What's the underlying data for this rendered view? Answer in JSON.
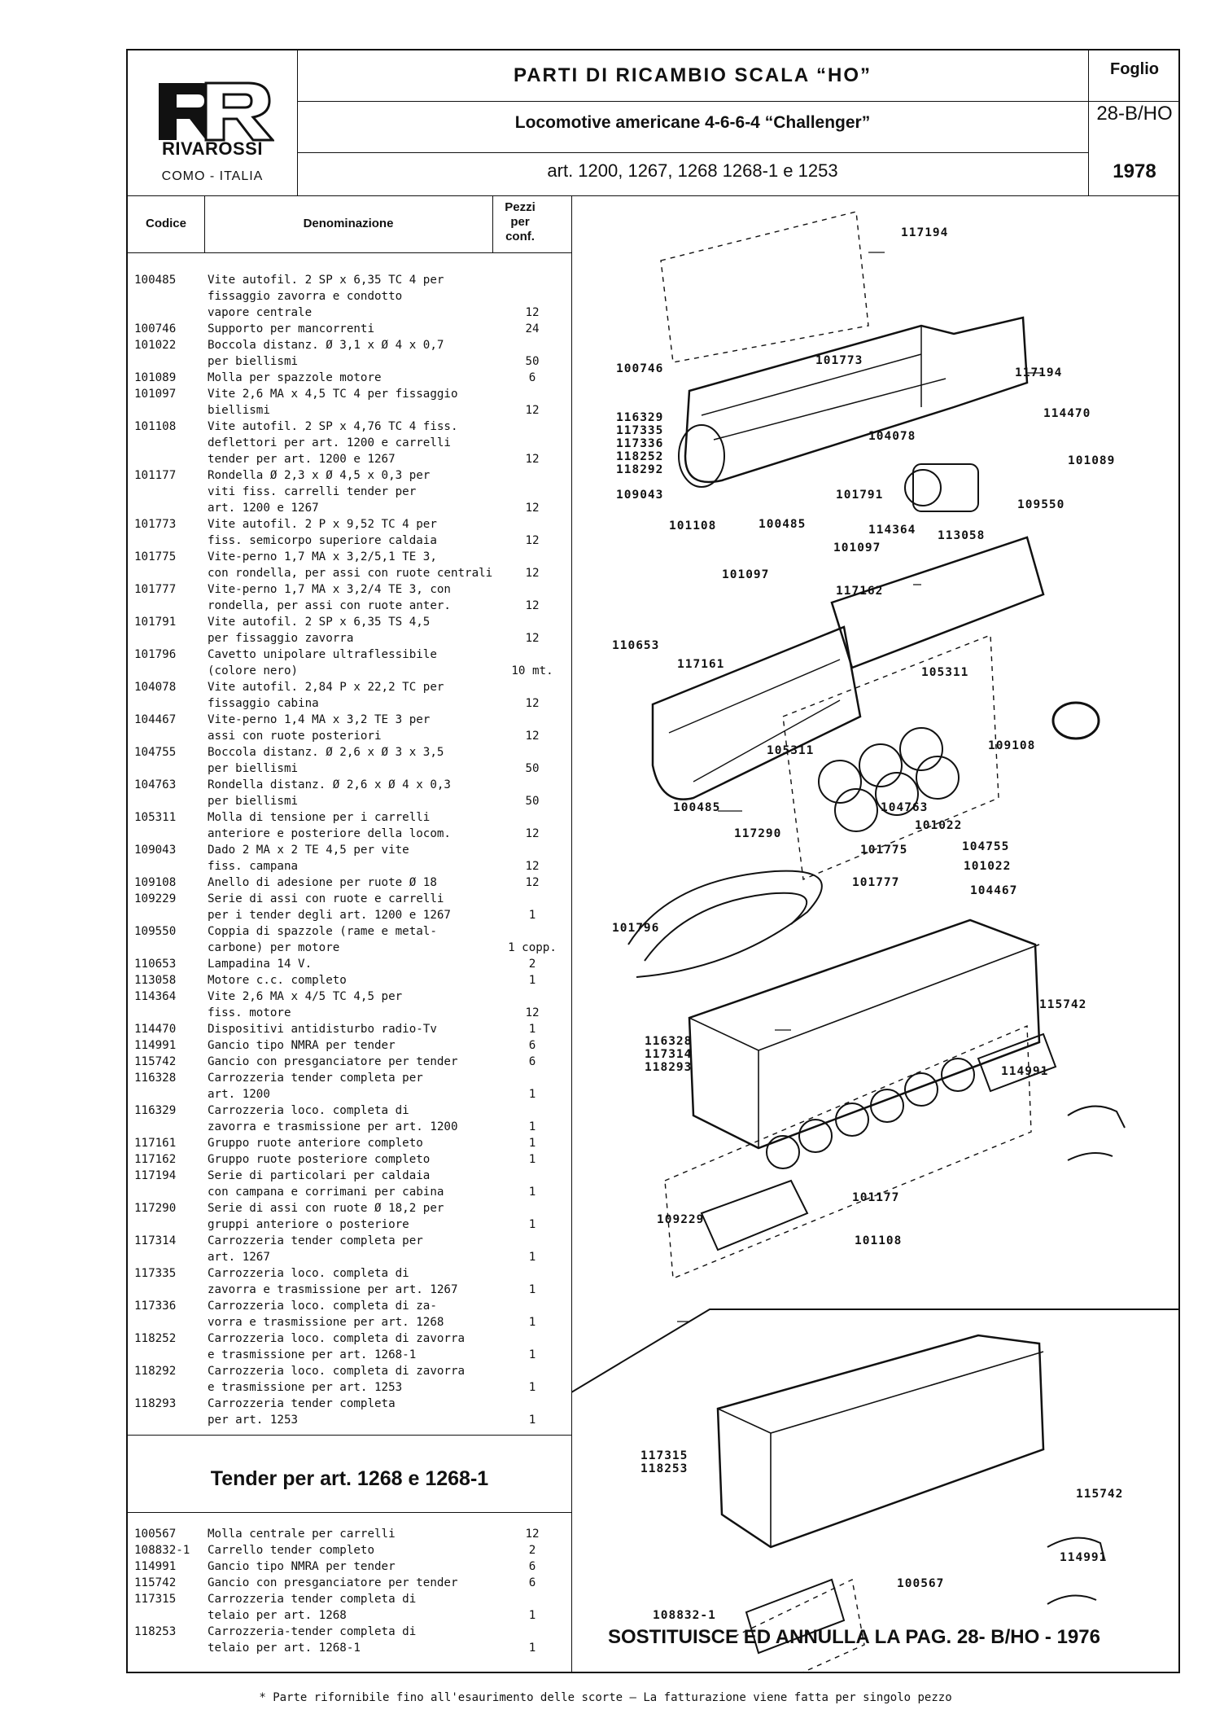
{
  "header": {
    "brand": "RIVAROSSI",
    "location": "COMO - ITALIA",
    "title": "PARTI DI RICAMBIO SCALA “HO”",
    "subtitle": "Locomotive americane 4-6-6-4 “Challenger”",
    "articles": "art. 1200, 1267, 1268 1268-1 e 1253",
    "foglio_label": "Foglio",
    "foglio_value": "28-B/HO",
    "year": "1978"
  },
  "columns": {
    "code": "Codice",
    "name": "Denominazione",
    "qty": "Pezzi per conf."
  },
  "parts": [
    {
      "code": "100485",
      "lines": [
        "Vite autofil. 2 SP x 6,35 TC 4 per",
        "fissaggio zavorra e condotto",
        "vapore centrale"
      ],
      "qty": "12"
    },
    {
      "code": "100746",
      "lines": [
        "Supporto per mancorrenti"
      ],
      "qty": "24"
    },
    {
      "code": "101022",
      "lines": [
        "Boccola distanz. Ø 3,1 x Ø 4 x 0,7",
        "per biellismi"
      ],
      "qty": "50"
    },
    {
      "code": "101089",
      "lines": [
        "Molla per spazzole motore"
      ],
      "qty": "6"
    },
    {
      "code": "101097",
      "lines": [
        "Vite 2,6 MA x 4,5 TC 4 per fissaggio",
        "biellismi"
      ],
      "qty": "12"
    },
    {
      "code": "101108",
      "lines": [
        "Vite autofil. 2 SP x 4,76 TC 4 fiss.",
        "deflettori per art. 1200 e carrelli",
        "tender per art. 1200 e 1267"
      ],
      "qty": "12"
    },
    {
      "code": "101177",
      "lines": [
        "Rondella Ø 2,3 x Ø 4,5 x 0,3 per",
        "viti fiss. carrelli tender per",
        "art. 1200 e 1267"
      ],
      "qty": "12"
    },
    {
      "code": "101773",
      "lines": [
        "Vite autofil. 2 P x 9,52 TC 4 per",
        "fiss. semicorpo superiore caldaia"
      ],
      "qty": "12"
    },
    {
      "code": "101775",
      "lines": [
        "Vite-perno 1,7 MA x 3,2/5,1 TE 3,",
        "con rondella, per assi con ruote centrali"
      ],
      "qty": "12"
    },
    {
      "code": "101777",
      "lines": [
        "Vite-perno 1,7 MA x 3,2/4 TE 3, con",
        "rondella, per assi con ruote anter."
      ],
      "qty": "12"
    },
    {
      "code": "101791",
      "lines": [
        "Vite autofil. 2 SP x 6,35 TS 4,5",
        "per fissaggio zavorra"
      ],
      "qty": "12"
    },
    {
      "code": "101796",
      "lines": [
        "Cavetto unipolare ultraflessibile",
        "(colore nero)"
      ],
      "qty": "10 mt."
    },
    {
      "code": "104078",
      "lines": [
        "Vite autofil. 2,84 P x 22,2 TC per",
        "fissaggio cabina"
      ],
      "qty": "12"
    },
    {
      "code": "104467",
      "lines": [
        "Vite-perno 1,4 MA x 3,2 TE 3 per",
        "assi con ruote posteriori"
      ],
      "qty": "12"
    },
    {
      "code": "104755",
      "lines": [
        "Boccola distanz. Ø 2,6 x Ø 3 x 3,5",
        "per biellismi"
      ],
      "qty": "50"
    },
    {
      "code": "104763",
      "lines": [
        "Rondella distanz. Ø 2,6 x Ø 4 x 0,3",
        "per biellismi"
      ],
      "qty": "50"
    },
    {
      "code": "105311",
      "lines": [
        "Molla di tensione per i carrelli",
        "anteriore e posteriore della locom."
      ],
      "qty": "12"
    },
    {
      "code": "109043",
      "lines": [
        "Dado 2 MA x 2 TE 4,5 per vite",
        "fiss. campana"
      ],
      "qty": "12"
    },
    {
      "code": "109108",
      "lines": [
        "Anello di adesione per ruote Ø 18"
      ],
      "qty": "12"
    },
    {
      "code": "109229",
      "lines": [
        "Serie di assi con ruote e carrelli",
        "per i tender degli art. 1200 e 1267"
      ],
      "qty": "1"
    },
    {
      "code": "109550",
      "lines": [
        "Coppia di spazzole (rame e metal-",
        "carbone) per motore"
      ],
      "qty": "1 copp."
    },
    {
      "code": "110653",
      "lines": [
        "Lampadina 14 V."
      ],
      "qty": "2"
    },
    {
      "code": "113058",
      "lines": [
        "Motore c.c. completo"
      ],
      "qty": "1"
    },
    {
      "code": "114364",
      "lines": [
        "Vite 2,6 MA x 4/5 TC 4,5 per",
        "fiss. motore"
      ],
      "qty": "12"
    },
    {
      "code": "114470",
      "lines": [
        "Dispositivi antidisturbo radio-Tv"
      ],
      "qty": "1"
    },
    {
      "code": "114991",
      "lines": [
        "Gancio tipo NMRA per tender"
      ],
      "qty": "6"
    },
    {
      "code": "115742",
      "lines": [
        "Gancio con presganciatore per tender"
      ],
      "qty": "6"
    },
    {
      "code": "116328",
      "lines": [
        "Carrozzeria tender completa per",
        "art. 1200"
      ],
      "qty": "1"
    },
    {
      "code": "116329",
      "lines": [
        "Carrozzeria loco. completa di",
        "zavorra e trasmissione per art. 1200"
      ],
      "qty": "1"
    },
    {
      "code": "117161",
      "lines": [
        "Gruppo ruote anteriore completo"
      ],
      "qty": "1"
    },
    {
      "code": "117162",
      "lines": [
        "Gruppo ruote posteriore completo"
      ],
      "qty": "1"
    },
    {
      "code": "117194",
      "lines": [
        "Serie di particolari per caldaia",
        "con campana e corrimani per cabina"
      ],
      "qty": "1"
    },
    {
      "code": "117290",
      "lines": [
        "Serie di assi con ruote Ø 18,2 per",
        "gruppi anteriore o posteriore"
      ],
      "qty": "1"
    },
    {
      "code": "117314",
      "lines": [
        "Carrozzeria tender completa per",
        "art. 1267"
      ],
      "qty": "1"
    },
    {
      "code": "117335",
      "lines": [
        "Carrozzeria loco. completa di",
        "zavorra e trasmissione per art. 1267"
      ],
      "qty": "1"
    },
    {
      "code": "117336",
      "lines": [
        "Carrozzeria loco. completa di za-",
        "vorra e trasmissione per art. 1268"
      ],
      "qty": "1"
    },
    {
      "code": "118252",
      "lines": [
        "Carrozzeria loco. completa di zavorra",
        "e trasmissione per art. 1268-1"
      ],
      "qty": "1"
    },
    {
      "code": "118292",
      "lines": [
        "Carrozzeria loco. completa di zavorra",
        "e trasmissione per art. 1253"
      ],
      "qty": "1"
    },
    {
      "code": "118293",
      "lines": [
        "Carrozzeria tender completa",
        "per art. 1253"
      ],
      "qty": "1"
    }
  ],
  "tender_title": "Tender per art. 1268 e 1268-1",
  "tender_parts": [
    {
      "code": "100567",
      "lines": [
        "Molla centrale per carrelli"
      ],
      "qty": "12"
    },
    {
      "code": "108832-1",
      "lines": [
        "Carrello tender completo"
      ],
      "qty": "2"
    },
    {
      "code": "114991",
      "lines": [
        "Gancio tipo NMRA per tender"
      ],
      "qty": "6"
    },
    {
      "code": "115742",
      "lines": [
        "Gancio con presganciatore per tender"
      ],
      "qty": "6"
    },
    {
      "code": "117315",
      "lines": [
        "Carrozzeria tender completa di",
        "telaio per art. 1268"
      ],
      "qty": "1"
    },
    {
      "code": "118253",
      "lines": [
        "Carrozzeria-tender completa di",
        "telaio per art. 1268-1"
      ],
      "qty": "1"
    }
  ],
  "diagram_labels": [
    "117194",
    "117194",
    "101773",
    "100746",
    "114470",
    "116329\n117335\n117336\n118252\n118292",
    "104078",
    "101089",
    "109043",
    "101791",
    "109550",
    "101108",
    "100485",
    "114364",
    "113058",
    "101097",
    "101097",
    "117162",
    "110653",
    "117161",
    "105311",
    "109108",
    "105311",
    "100485",
    "104763",
    "117290",
    "101022",
    "101775",
    "104755",
    "101022",
    "101777",
    "104467",
    "101796",
    "115742",
    "116328\n117314\n118293",
    "114991",
    "101177",
    "109229",
    "101108",
    "117315\n118253",
    "115742",
    "114991",
    "100567",
    "108832-1"
  ],
  "replaces": "SOSTITUISCE ED ANNULLA LA PAG. 28- B/HO - 1976",
  "footnote": "* Parte rifornibile fino all'esaurimento delle scorte — La fatturazione viene fatta per singolo pezzo"
}
